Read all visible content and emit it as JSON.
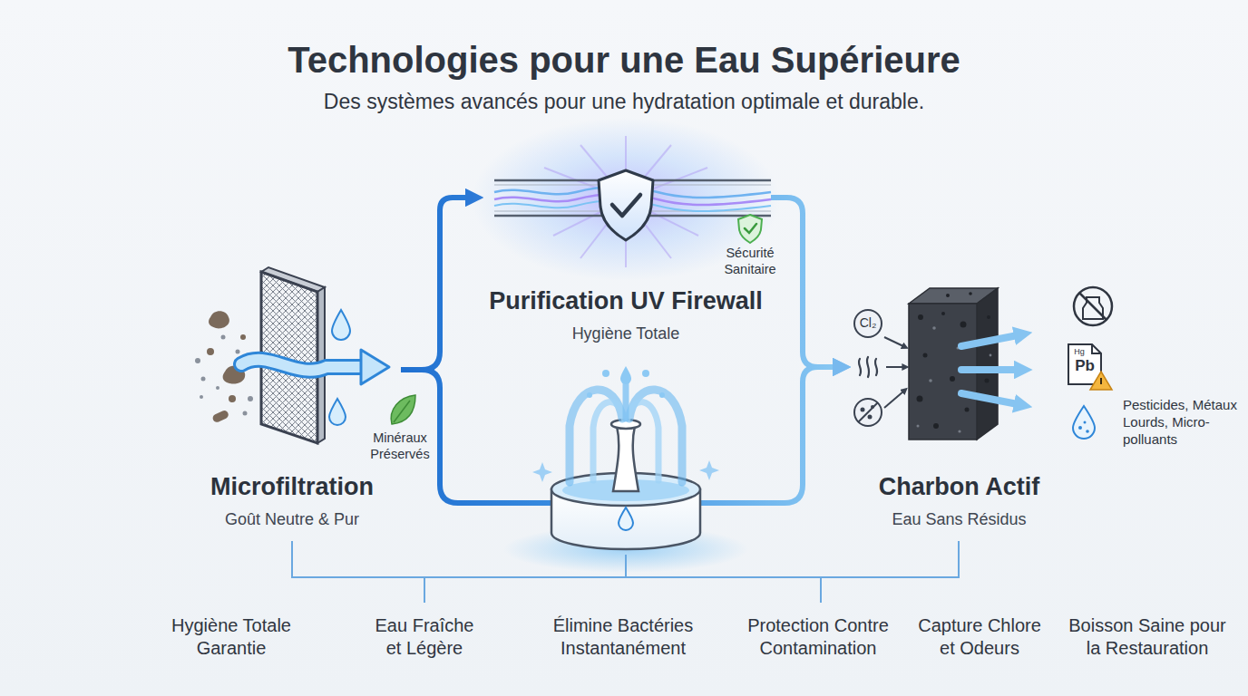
{
  "diagram": {
    "title": "Technologies pour une Eau Supérieure",
    "nodes": [
      {
        "text": [
          "Microfiltration",
          "Goût Neutre & Pur"
        ]
      },
      {
        "text": [
          "Purification UV Firewall",
          "Hygiène Totale"
        ]
      },
      {
        "text": [
          "Charbon Actif",
          "Eau Sans Résidus"
        ]
      }
    ],
    "edges": [
      {
        "from": 0,
        "to": 1,
        "arrow": "to"
      },
      {
        "from": 1,
        "to": 2,
        "arrow": "to"
      },
      {
        "from": 0,
        "to": 2,
        "arrow": "to"
      }
    ],
    "labels": [
      "Des systèmes avancés pour une hydratation optimale et durable.",
      "Minéraux Préservés",
      "Sécurité Sanitaire",
      "Cl₂",
      "Hg",
      "Pb",
      "Pesticides, Métaux Lourds, Micro-polluants",
      "Hygiène Totale Garantie",
      "Eau Fraîche et Légère",
      "Élimine Bactéries Instantanément",
      "Protection Contre Contamination",
      "Capture Chlore et Odeurs",
      "Boisson Saine pour la Restauration"
    ]
  }
}
